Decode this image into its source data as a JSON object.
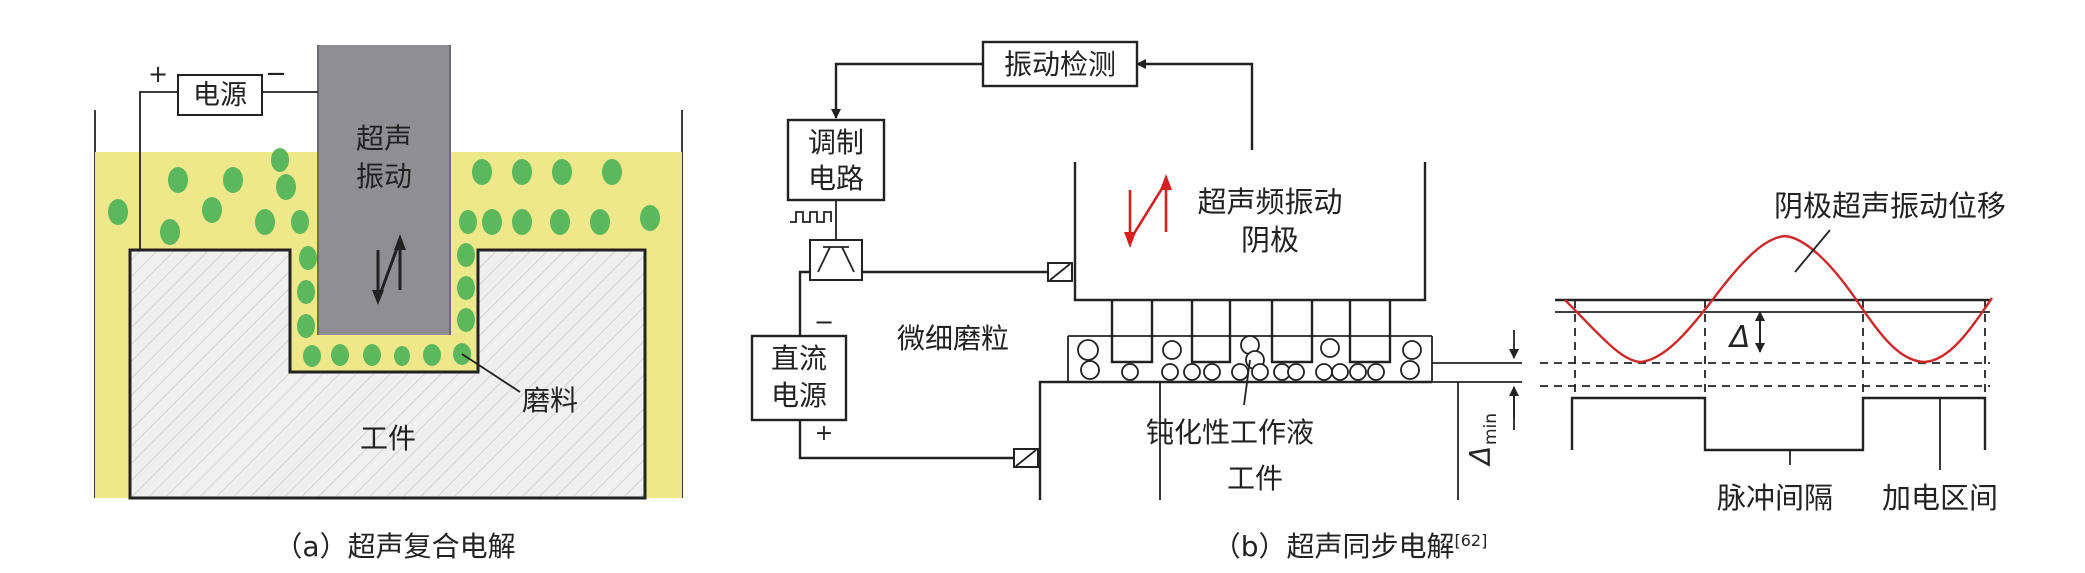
{
  "figure_a": {
    "label_power": "电源",
    "plus": "+",
    "minus": "−",
    "label_ultrasonic_line1": "超声",
    "label_ultrasonic_line2": "振动",
    "label_abrasive": "磨料",
    "label_workpiece": "工件",
    "caption": "（a）超声复合电解",
    "colors": {
      "electrolyte": "#efe88a",
      "abrasive": "#5cb85c",
      "tool": "#8f8f93",
      "workpiece_hatch": "#d9d9d9"
    }
  },
  "figure_b": {
    "label_vibration_detect": "振动检测",
    "label_modulation_line1": "调制",
    "label_modulation_line2": "电路",
    "label_cathode_line1": "超声频振动",
    "label_cathode_line2": "阴极",
    "label_fine_abrasive": "微细磨粒",
    "label_dc_line1": "直流",
    "label_dc_line2": "电源",
    "minus": "−",
    "plus": "+",
    "label_passivating_fluid": "钝化性工作液",
    "label_workpiece": "工件",
    "label_displacement": "阴极超声振动位移",
    "label_delta": "Δ",
    "label_delta_min": "Δ",
    "label_delta_min_sub": "min",
    "label_pulse_interval": "脉冲间隔",
    "label_power_on_interval": "加电区间",
    "caption": "（b）超声同步电解",
    "caption_ref": "[62]",
    "colors": {
      "arrow": "#d62020",
      "sine": "#cc2a2a"
    }
  }
}
